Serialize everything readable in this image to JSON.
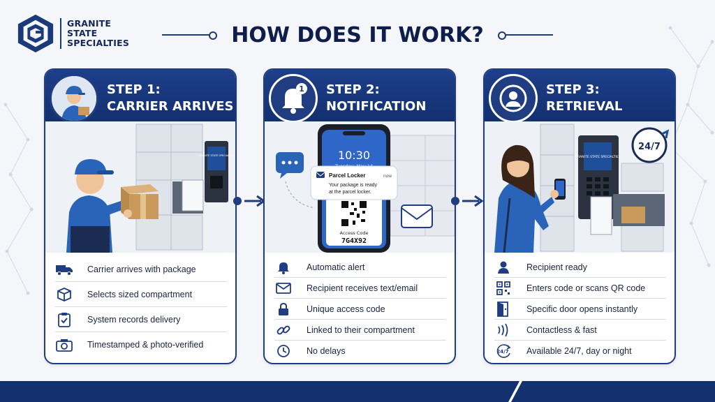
{
  "brand": {
    "line1": "GRANITE",
    "line2": "STATE",
    "line3": "SPECIALTIES"
  },
  "title": "HOW DOES IT WORK?",
  "steps": [
    {
      "label_1": "STEP 1:",
      "label_2": "CARRIER ARRIVES",
      "items": [
        {
          "icon": "truck-icon",
          "text": "Carrier arrives with package"
        },
        {
          "icon": "box-icon",
          "text": "Selects sized compartment"
        },
        {
          "icon": "clipboard-check-icon",
          "text": "System records delivery"
        },
        {
          "icon": "camera-icon",
          "text": "Timestamped & photo-verified"
        }
      ]
    },
    {
      "label_1": "STEP 2:",
      "label_2": "NOTIFICATION",
      "items": [
        {
          "icon": "bell-icon",
          "text": "Automatic alert"
        },
        {
          "icon": "envelope-icon",
          "text": "Recipient receives text/email"
        },
        {
          "icon": "lock-icon",
          "text": "Unique access code"
        },
        {
          "icon": "link-icon",
          "text": "Linked to their compartment"
        },
        {
          "icon": "clock-icon",
          "text": "No delays"
        }
      ]
    },
    {
      "label_1": "STEP 3:",
      "label_2": "RETRIEVAL",
      "items": [
        {
          "icon": "person-icon",
          "text": "Recipient ready"
        },
        {
          "icon": "qr-code-icon",
          "text": "Enters code or scans QR code"
        },
        {
          "icon": "door-icon",
          "text": "Specific door opens instantly"
        },
        {
          "icon": "contactless-icon",
          "text": "Contactless & fast"
        },
        {
          "icon": "24-7-icon",
          "text": "Available 24/7, day or night"
        }
      ]
    }
  ],
  "notification_badge": "1",
  "phone": {
    "time": "10:30",
    "date": "Tuesday, May 14",
    "notif_app": "Parcel Locker",
    "notif_when": "now",
    "notif_body_1": "Your package is ready",
    "notif_body_2": "at the parcel locker.",
    "access_label": "Access Code",
    "access_code": "7G4X92"
  },
  "kiosk_screen_text": "GRANITE STATE SPECIALTIES",
  "badge_247": "24/7",
  "colors": {
    "navy": "#13306f",
    "accent": "#1f3d80",
    "background": "#f4f6fa"
  }
}
